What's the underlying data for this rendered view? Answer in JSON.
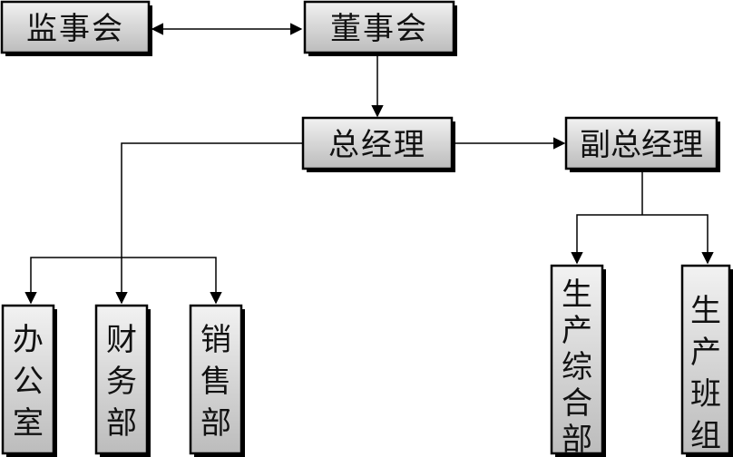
{
  "nodes": {
    "supervisory_board": {
      "label": "监事会"
    },
    "board_of_directors": {
      "label": "董事会"
    },
    "general_manager": {
      "label": "总经理"
    },
    "deputy_general_manager": {
      "label": "副总经理"
    },
    "office": {
      "label": "办公室"
    },
    "finance_dept": {
      "label": "财务部"
    },
    "sales_dept": {
      "label": "销售部"
    },
    "production_general_dept": {
      "label": "生产综合部"
    },
    "production_team": {
      "label": "生产班组"
    }
  },
  "colors": {
    "box_light": "#ffffff",
    "box_mid": "#d9d9d9",
    "box_dark": "#bdbdbd",
    "border": "#000000"
  }
}
